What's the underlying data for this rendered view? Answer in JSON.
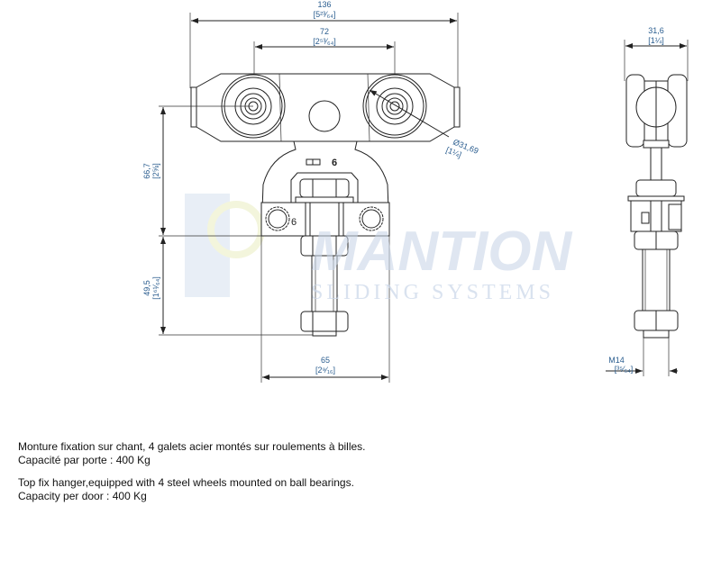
{
  "watermark": {
    "brand": "MANTION",
    "tagline": "SLIDING SYSTEMS"
  },
  "front_view": {
    "overall_width": {
      "value": "136",
      "imperial": "[5²³⁄₆₄]"
    },
    "wheel_spacing": {
      "value": "72",
      "imperial": "[2⁵³⁄₆₄]"
    },
    "height_upper": {
      "value": "66,7",
      "imperial": "[2⅝]"
    },
    "height_lower": {
      "value": "49,5",
      "imperial": "[1⁶¹⁄₆₄]"
    },
    "plate_width": {
      "value": "65",
      "imperial": "[2⁹⁄₁₆]"
    },
    "wheel_diameter": {
      "value": "Ø31,69",
      "imperial": "[1¼]"
    },
    "wrench_marking": "6",
    "bolt_marking": "6"
  },
  "side_view": {
    "width": {
      "value": "31,6",
      "imperial": "[1¼]"
    },
    "thread": {
      "value": "M14",
      "imperial": "[³⁵⁄₆₄]"
    }
  },
  "description": {
    "fr_line1": "Monture fixation sur chant, 4 galets acier montés sur roulements à billes.",
    "fr_line2": "Capacité par porte : 400 Kg",
    "en_line1": "Top fix hanger,equipped with 4 steel wheels mounted on ball bearings.",
    "en_line2": "Capacity per door : 400 Kg"
  }
}
